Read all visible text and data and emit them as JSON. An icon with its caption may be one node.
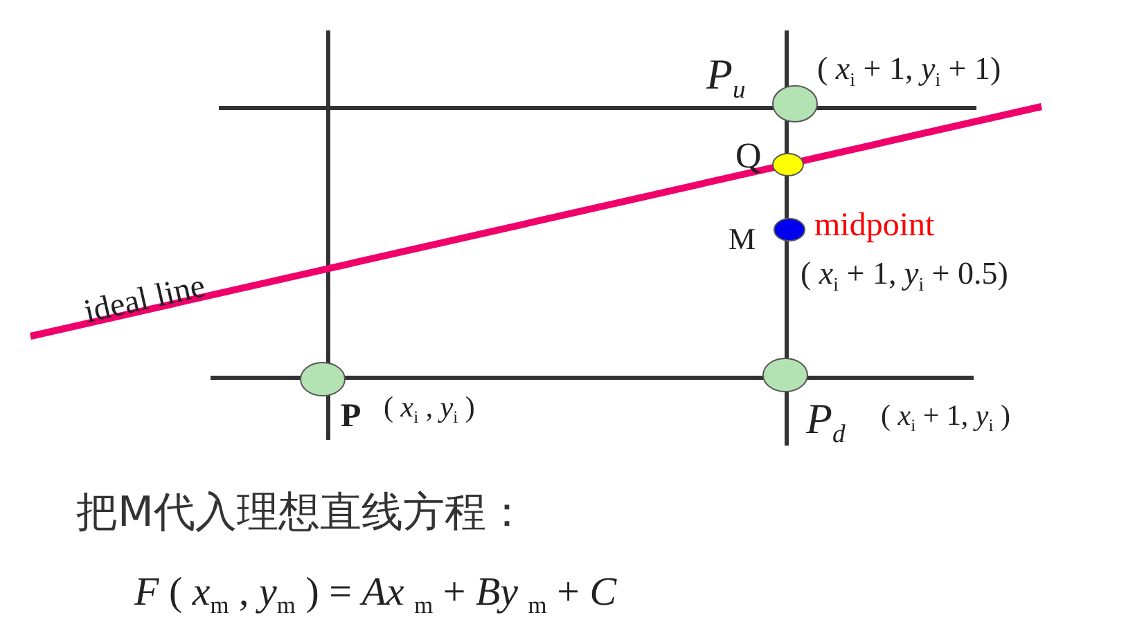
{
  "diagram": {
    "nodes": [
      {
        "text": [],
        "shape": "circle",
        "beside": [
          "P$_{u}$",
          "( *x*$_{i}$ + 1, *y*$_{i}$ + 1)"
        ]
      },
      {
        "text": [],
        "shape": "circle",
        "beside": [
          "Q"
        ]
      },
      {
        "text": [],
        "shape": "circle",
        "beside": [
          "M",
          "midpoint",
          "( *x*$_{i}$ + 1, *y*$_{i}$ + 0.5)"
        ]
      },
      {
        "text": [],
        "shape": "circle",
        "beside": [
          "P",
          "( *x*$_{i}$ , *y*$_{i}$ )"
        ]
      },
      {
        "text": [],
        "shape": "circle",
        "beside": [
          "P$_{d}$",
          "( *x*$_{i}$ + 1, *y*$_{i}$ )"
        ]
      }
    ],
    "edges": [],
    "labels": [
      "ideal line",
      "把M代入理想直线方程：",
      "*F* ( *x*$_{m}$ , *y*$_{m}$ ) = *Ax* $_{m}$ + *By* $_{m}$ + *C*"
    ]
  }
}
